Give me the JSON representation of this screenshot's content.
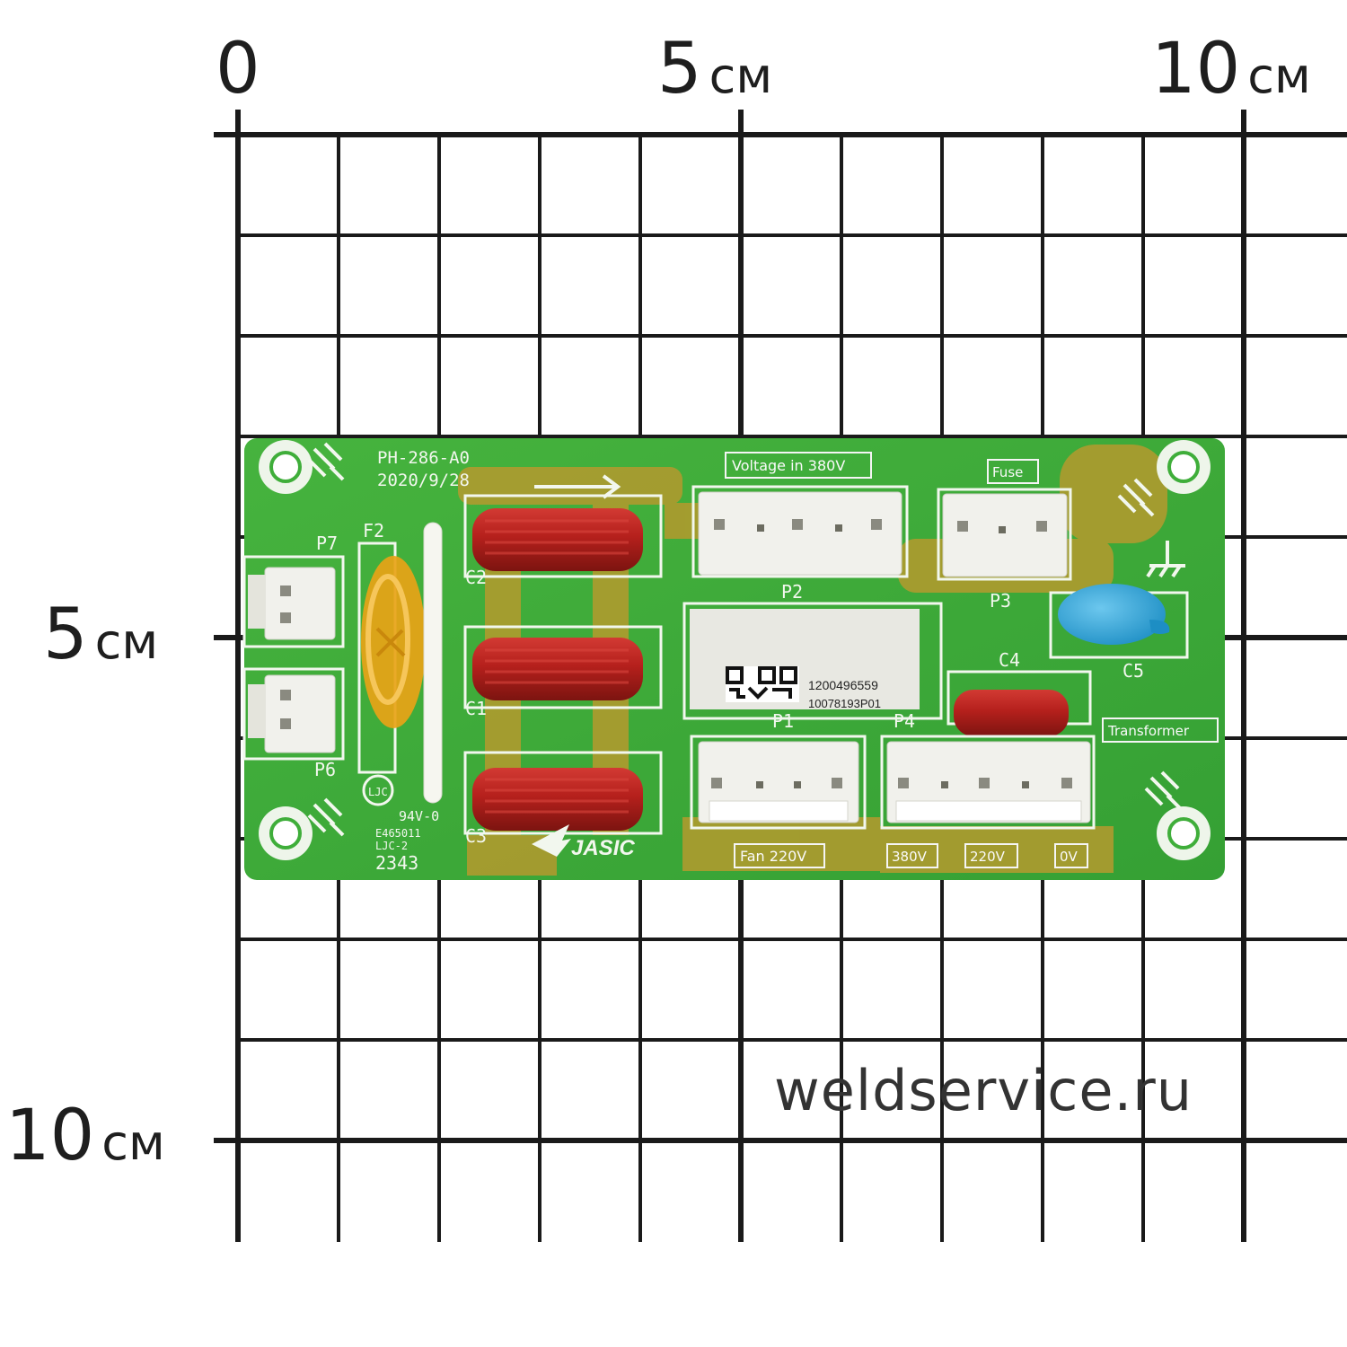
{
  "ruler": {
    "top": [
      {
        "value": "0",
        "unit": ""
      },
      {
        "value": "5",
        "unit": "см"
      },
      {
        "value": "10",
        "unit": "см"
      }
    ],
    "left": [
      {
        "value": "5",
        "unit": "см"
      },
      {
        "value": "10",
        "unit": "см"
      }
    ]
  },
  "board": {
    "model": "PH-286-A0",
    "date": "2020/9/28",
    "brand": "JASIC",
    "cert": "94V-0",
    "cert_file": "E465011",
    "maker_code": "LJC-2",
    "maker_logo": "LJC",
    "batch": "2343",
    "label_serial": "1200496559",
    "label_code": "10078193P01",
    "components": {
      "fuse_ref": "F2",
      "c1": "C1",
      "c2": "C2",
      "c3": "C3",
      "c4": "C4",
      "c5": "C5",
      "p1": "P1",
      "p2": "P2",
      "p3": "P3",
      "p4": "P4",
      "p6": "P6",
      "p7": "P7"
    },
    "tags": {
      "voltage_in": "Voltage in 380V",
      "fuse": "Fuse",
      "transformer": "Transformer",
      "fan": "Fan 220V",
      "v380": "380V",
      "v220": "220V",
      "v0": "0V"
    },
    "colors": {
      "pcb": "#3fae3a",
      "trace": "#b59a2e",
      "capacitor": "#b5201c",
      "varistor": "#e8a317",
      "y_cap": "#2aa3d8",
      "connector": "#f1f1ec"
    }
  },
  "watermark": "weldservice.ru"
}
